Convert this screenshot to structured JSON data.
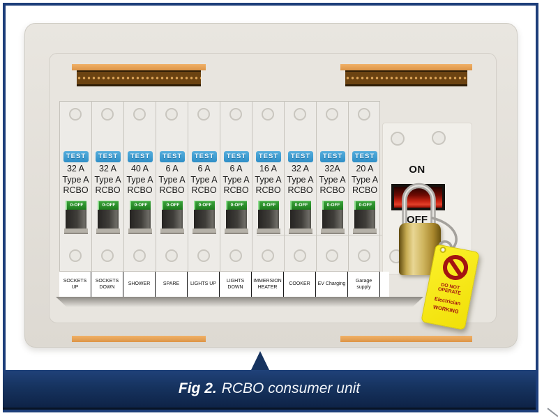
{
  "figure": {
    "label": "Fig 2.",
    "caption": "RCBO consumer unit"
  },
  "panel": {
    "test_label": "TEST",
    "switch_label": "0-OFF",
    "breakers": [
      {
        "rating": "32 A",
        "type_line": "Type A",
        "device": "RCBO",
        "circuit": "SOCKETS UP"
      },
      {
        "rating": "32 A",
        "type_line": "Type A",
        "device": "RCBO",
        "circuit": "SOCKETS DOWN"
      },
      {
        "rating": "40 A",
        "type_line": "Type A",
        "device": "RCBO",
        "circuit": "SHOWER"
      },
      {
        "rating": "6 A",
        "type_line": "Type A",
        "device": "RCBO",
        "circuit": "SPARE"
      },
      {
        "rating": "6 A",
        "type_line": "Type A",
        "device": "RCBO",
        "circuit": "LIGHTS UP"
      },
      {
        "rating": "6 A",
        "type_line": "Type A",
        "device": "RCBO",
        "circuit": "LIGHTS DOWN"
      },
      {
        "rating": "16 A",
        "type_line": "Type A",
        "device": "RCBO",
        "circuit": "IMMERSION HEATER"
      },
      {
        "rating": "32 A",
        "type_line": "Type A",
        "device": "RCBO",
        "circuit": "COOKER"
      },
      {
        "rating": "32A",
        "type_line": "Type A",
        "device": "RCBO",
        "circuit": "EV Charging"
      },
      {
        "rating": "20 A",
        "type_line": "Type A",
        "device": "RCBO",
        "circuit": "Garage supply"
      }
    ],
    "main_switch": {
      "on_label": "ON",
      "off_label": "OFF"
    },
    "lockout_tag": {
      "line1": "DO NOT OPERATE",
      "line2": "Electrician",
      "line3": "WORKING"
    }
  },
  "colors": {
    "frame_blue": "#1d3e7a",
    "banner_navy": "#16335f",
    "case_beige": "#e4e1db",
    "busbar_copper": "#e8a254",
    "test_blue": "#3f9fd8",
    "switch_green": "#2d8a2d",
    "main_switch_red": "#c92413",
    "padlock_brass": "#c7ac52",
    "tag_yellow": "#f1e008",
    "tag_red": "#a31311"
  }
}
